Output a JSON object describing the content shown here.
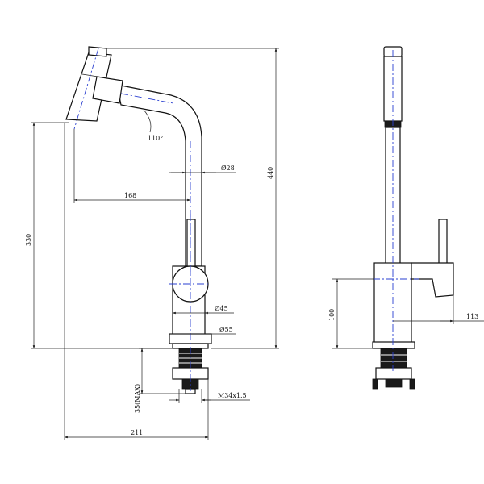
{
  "dimensions": {
    "angle": "110°",
    "pipe_diameter": "Ø28",
    "spout_reach": "168",
    "total_height": "440",
    "spout_height": "330",
    "body_diameter": "Ø45",
    "base_diameter": "Ø55",
    "shank_length": "35(MAX)",
    "thread": "M34x1.5",
    "overall_reach": "211",
    "side_body_height": "100",
    "side_lever_width": "113"
  }
}
